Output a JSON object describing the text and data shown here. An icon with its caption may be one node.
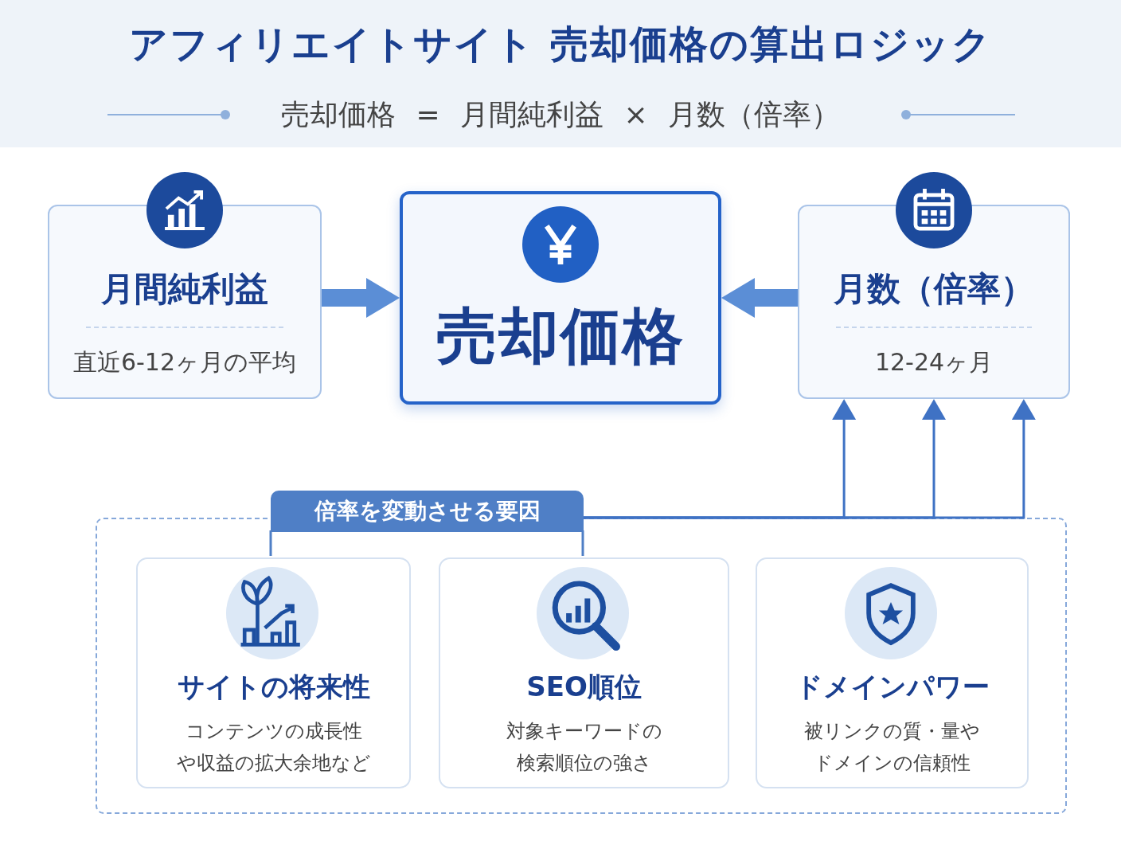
{
  "diagram": {
    "title": "アフィリエイトサイト 売却価格の算出ロジック",
    "nodes": [
      {
        "text": [
          "月間純利益",
          "直近6-12ヶ月の平均"
        ]
      },
      {
        "text": [
          "売却価格"
        ]
      },
      {
        "text": [
          "月数（倍率）",
          "12-24ヶ月"
        ]
      },
      {
        "text": [
          "倍率を変動させる要因"
        ]
      },
      {
        "text": [
          "サイトの将来性",
          "コンテンツの成長性や収益の拡大余地など"
        ],
        "in": 3
      },
      {
        "text": [
          "SEO順位",
          "対象キーワードの検索順位の強さ"
        ],
        "in": 3
      },
      {
        "text": [
          "ドメインパワー",
          "被リンクの質・量やドメインの信頼性"
        ],
        "in": 3
      }
    ],
    "edges": [
      {
        "from": 0,
        "to": 1,
        "arrow": "to",
        "style": "thick",
        "color": "#5b8ed6"
      },
      {
        "from": 2,
        "to": 1,
        "arrow": "to",
        "style": "thick",
        "color": "#5b8ed6"
      },
      {
        "from": 3,
        "to": 2,
        "arrow": "to"
      },
      {
        "from": 3,
        "to": 2,
        "arrow": "to"
      },
      {
        "from": 3,
        "to": 2,
        "arrow": "to"
      }
    ],
    "labels": [
      "売却価格 = 月間純利益 × 月数（倍率）"
    ]
  }
}
